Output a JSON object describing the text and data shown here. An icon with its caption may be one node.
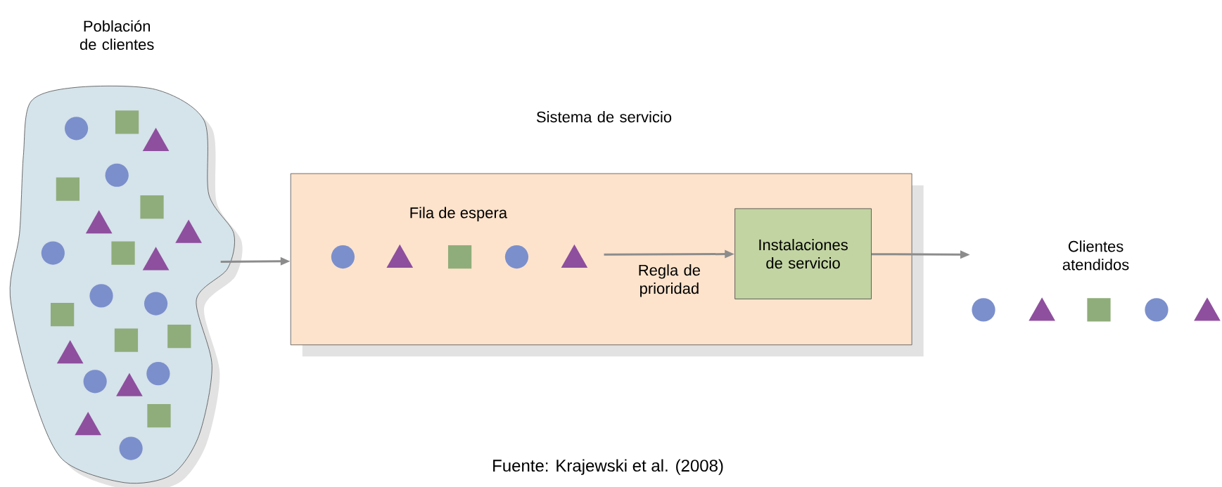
{
  "diagram": {
    "nodes": [
      {
        "text": [
          "Población de clientes"
        ]
      },
      {
        "text": [
          "Sistema de servicio"
        ]
      },
      {
        "text": [
          "Instalaciones de servicio"
        ],
        "in": 1
      },
      {
        "text": [
          "Clientes atendidos"
        ]
      }
    ],
    "edges": [
      {
        "from": 0,
        "to": 1,
        "arrow": "to"
      },
      {
        "from": null,
        "to": 2,
        "arrow": "to",
        "label": "Regla de prioridad"
      },
      {
        "from": 2,
        "to": 3,
        "arrow": "to"
      }
    ],
    "labels": [
      "Fila de espera"
    ],
    "caption": "Fuente: Krajewski et al. (2008)"
  }
}
